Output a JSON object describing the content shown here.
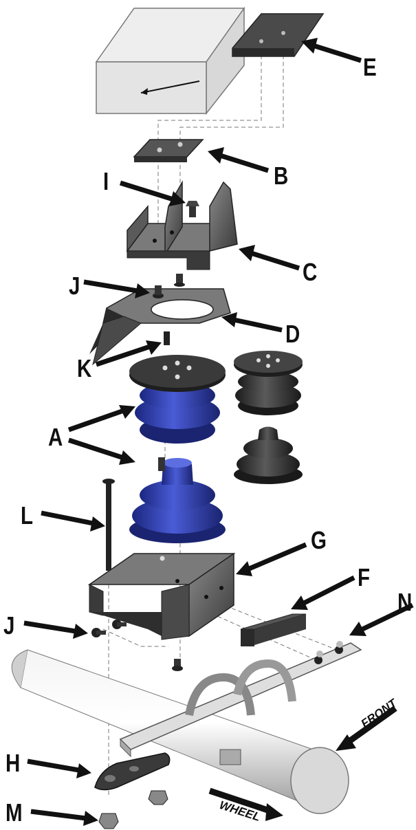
{
  "diagram": {
    "labels": {
      "A": "A",
      "B": "B",
      "C": "C",
      "D": "D",
      "E": "E",
      "F": "F",
      "G": "G",
      "H": "H",
      "I": "I",
      "J": "J",
      "K": "K",
      "L": "L",
      "M": "M",
      "N": "N"
    },
    "directions": {
      "front": "FRONT",
      "wheel": "WHEEL"
    },
    "colors": {
      "rubber_blue": "#2f3fa8",
      "rubber_black": "#333333",
      "metal": "#6b6b6b",
      "axle": "#dcdcdc",
      "arrow": "#111111"
    }
  }
}
